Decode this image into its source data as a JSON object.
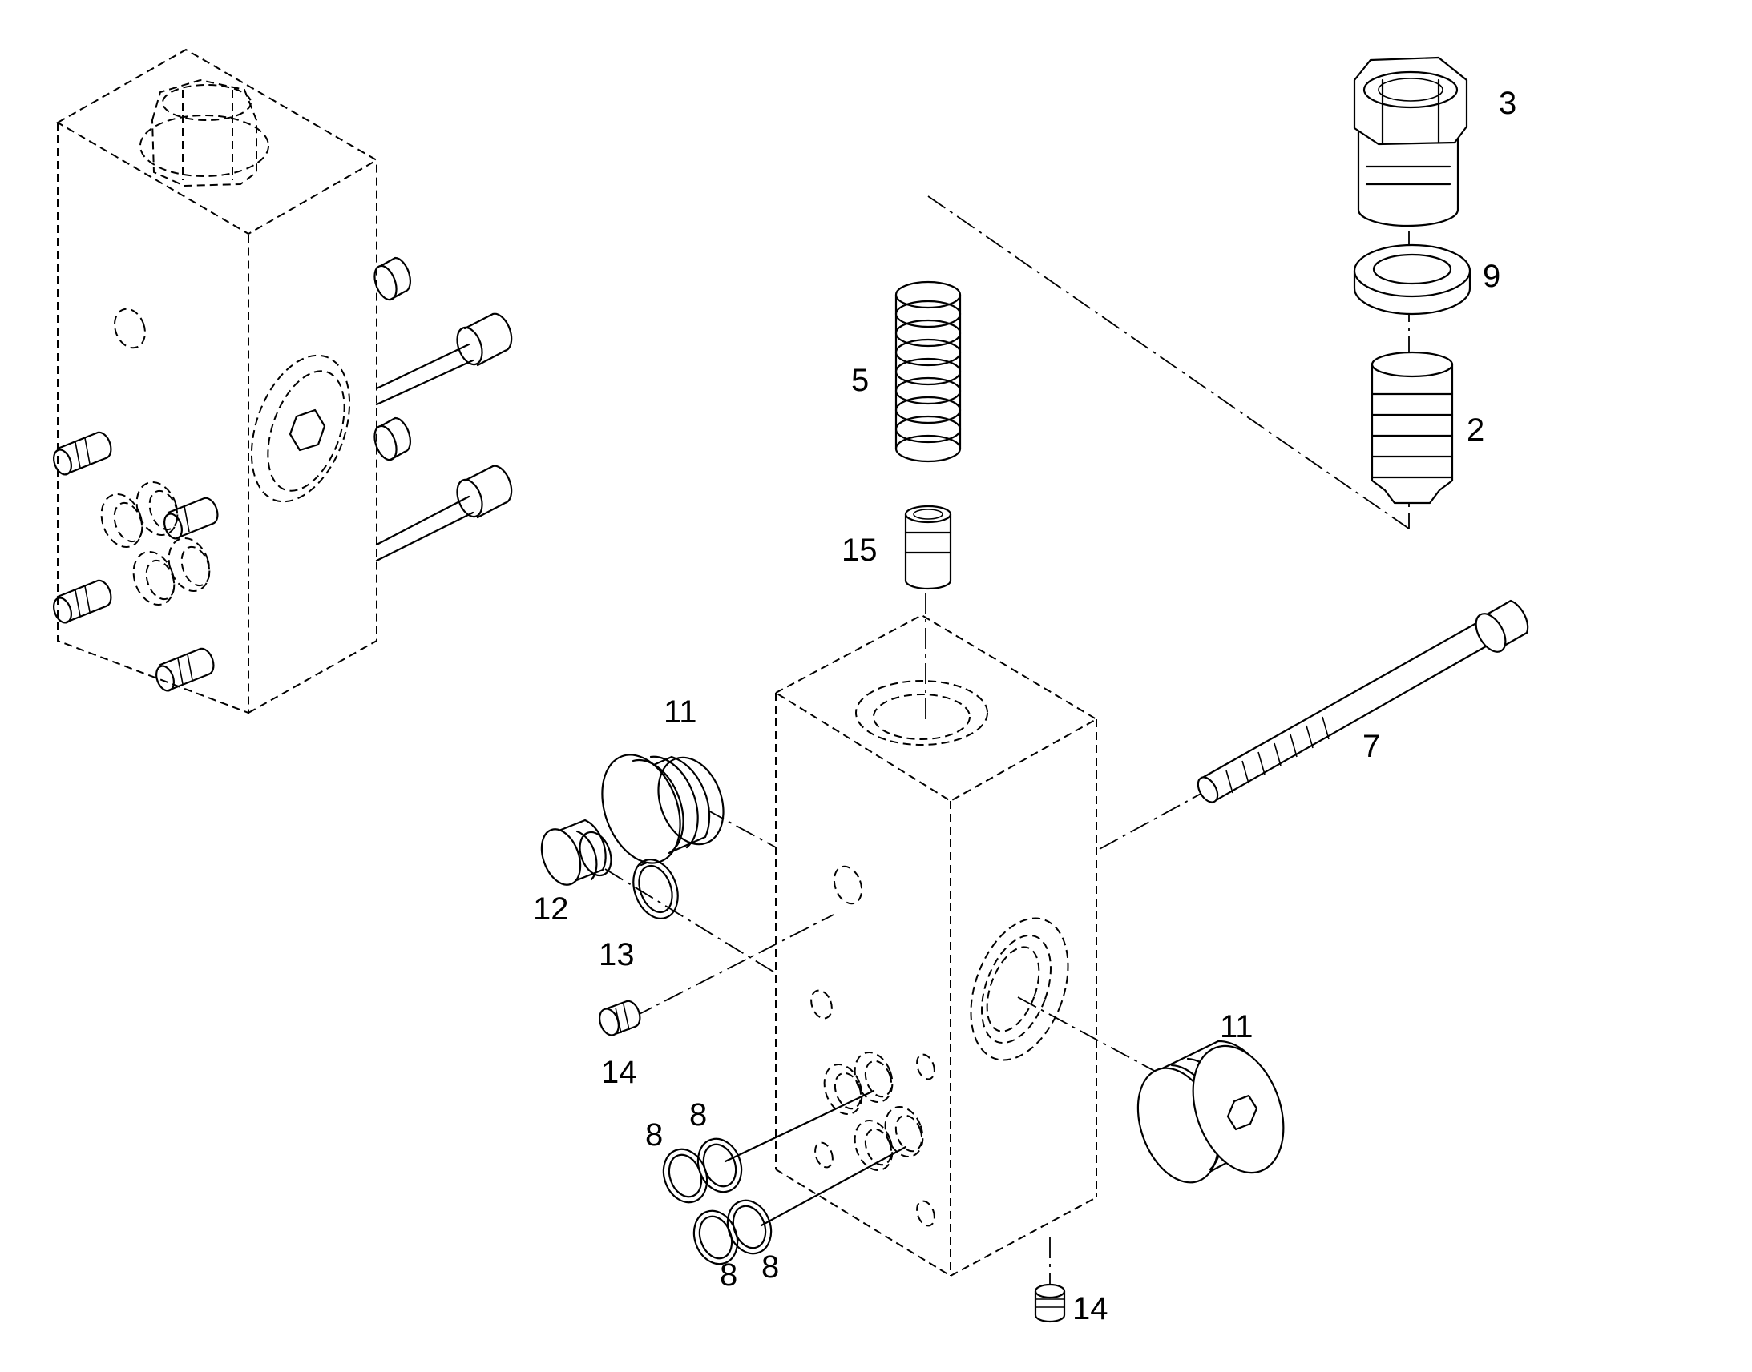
{
  "diagram": {
    "callouts": {
      "part_2": "2",
      "part_3": "3",
      "part_5": "5",
      "part_7": "7",
      "part_8_a": "8",
      "part_8_b": "8",
      "part_8_c": "8",
      "part_8_d": "8",
      "part_9": "9",
      "part_11_a": "11",
      "part_11_b": "11",
      "part_12": "12",
      "part_13": "13",
      "part_14_a": "14",
      "part_14_b": "14",
      "part_15": "15"
    },
    "line_color": "#000000",
    "background": "#ffffff"
  }
}
